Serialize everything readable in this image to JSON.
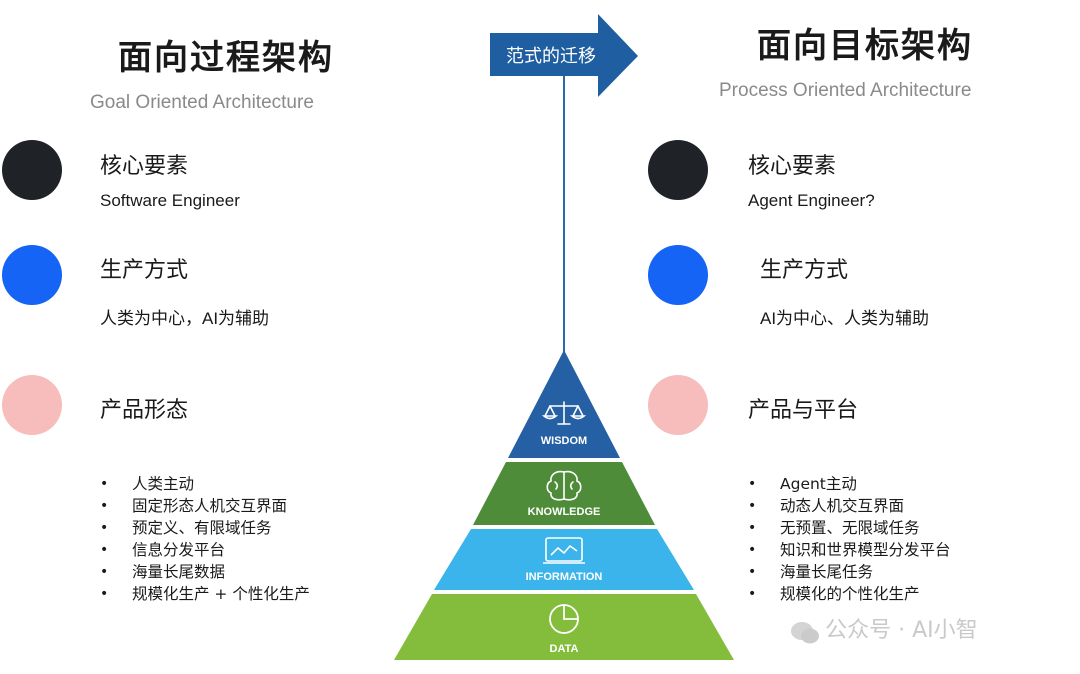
{
  "left": {
    "title": "面向过程架构",
    "subtitle": "Goal Oriented Architecture",
    "section1": {
      "heading": "核心要素",
      "text": "Software Engineer"
    },
    "section2": {
      "heading": "生产方式",
      "text": "人类为中心，AI为辅助"
    },
    "section3": {
      "heading": "产品形态"
    },
    "bullets": [
      "人类主动",
      "固定形态人机交互界面",
      "预定义、有限域任务",
      "信息分发平台",
      "海量长尾数据",
      "规模化生产 + 个性化生产"
    ]
  },
  "right": {
    "title": "面向目标架构",
    "subtitle": "Process Oriented Architecture",
    "section1": {
      "heading": "核心要素",
      "text": "Agent Engineer?"
    },
    "section2": {
      "heading": "生产方式",
      "text": "AI为中心、人类为辅助"
    },
    "section3": {
      "heading": "产品与平台"
    },
    "bullets": [
      "Agent主动",
      "动态人机交互界面",
      "无预置、无限域任务",
      "知识和世界模型分发平台",
      "海量长尾任务",
      "规模化的个性化生产"
    ]
  },
  "arrow": {
    "label": "范式的迁移"
  },
  "pyramid": {
    "levels": [
      {
        "label": "WISDOM",
        "icon": "scales-icon"
      },
      {
        "label": "KNOWLEDGE",
        "icon": "brain-icon"
      },
      {
        "label": "INFORMATION",
        "icon": "monitor-chart-icon"
      },
      {
        "label": "DATA",
        "icon": "pie-chart-icon"
      }
    ]
  },
  "watermark": {
    "text": "公众号 · AI小智"
  },
  "colors": {
    "dark_dot": "#1f2227",
    "blue_dot": "#1564f5",
    "pink_dot": "#f7bcbc",
    "arrow": "#1f5ea0",
    "wisdom": "#2560a4",
    "knowledge": "#4f8c3a",
    "information": "#3ab4ea",
    "data": "#84bd3c"
  }
}
